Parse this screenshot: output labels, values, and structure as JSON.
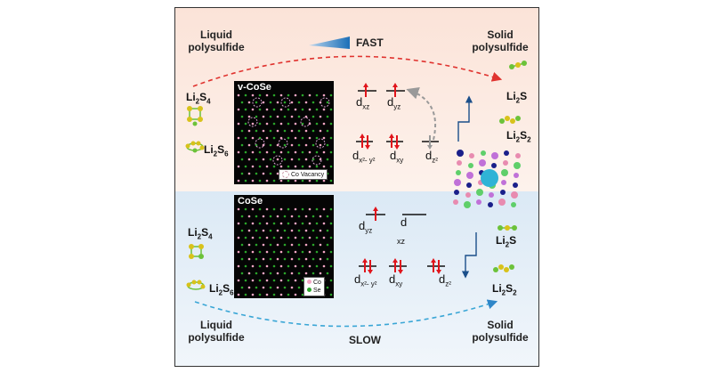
{
  "top": {
    "left_label": "Liquid\npolysulfide",
    "right_label": "Solid\npolysulfide",
    "speed_label": "FAST",
    "li2s4": {
      "base": "Li",
      "sub1": "2",
      "mid": "S",
      "sub2": "4"
    },
    "li2s6": {
      "base": "Li",
      "sub1": "2",
      "mid": "S",
      "sub2": "6"
    },
    "li2s": {
      "base": "Li",
      "sub1": "2",
      "mid": "S"
    },
    "li2s2": {
      "base": "Li",
      "sub1": "2",
      "mid": "S",
      "sub2": "2"
    },
    "micro_title": "v-CoSe",
    "legend": "Co Vacancy",
    "orbitals": {
      "dxz": {
        "d": "d",
        "s": "xz"
      },
      "dyz": {
        "d": "d",
        "s": "yz"
      },
      "dx2y2": {
        "d": "d",
        "s": "x²- y²"
      },
      "dxy": {
        "d": "d",
        "s": "xy"
      },
      "dz2": {
        "d": "d",
        "s": "z²"
      }
    }
  },
  "bottom": {
    "left_label": "Liquid\npolysulfide",
    "right_label": "Solid\npolysulfide",
    "speed_label": "SLOW",
    "li2s4": {
      "base": "Li",
      "sub1": "2",
      "mid": "S",
      "sub2": "4"
    },
    "li2s6": {
      "base": "Li",
      "sub1": "2",
      "mid": "S",
      "sub2": "6"
    },
    "li2s": {
      "base": "Li",
      "sub1": "2",
      "mid": "S"
    },
    "li2s2": {
      "base": "Li",
      "sub1": "2",
      "mid": "S",
      "sub2": "2"
    },
    "micro_title": "CoSe",
    "legend_co": "Co",
    "legend_se": "Se",
    "orbitals": {
      "dyz": {
        "d": "d",
        "s": "yz"
      },
      "dxz_d": "d",
      "dxz_s": "xz",
      "dx2y2": {
        "d": "d",
        "s": "x²- y²"
      },
      "dxy": {
        "d": "d",
        "s": "xy"
      },
      "dz2": {
        "d": "d",
        "s": "z²"
      }
    }
  },
  "colors": {
    "top_bg": "#fbe3d8",
    "bottom_bg": "#dbe9f5",
    "fast_arrow": "#e0332f",
    "slow_arrow": "#3aa6d6",
    "electron": "#e0141b",
    "co_atom": "#f3a6c4",
    "se_atom": "#2aa52a",
    "sulfur": "#d8c21a",
    "lithium": "#6cc23a"
  }
}
